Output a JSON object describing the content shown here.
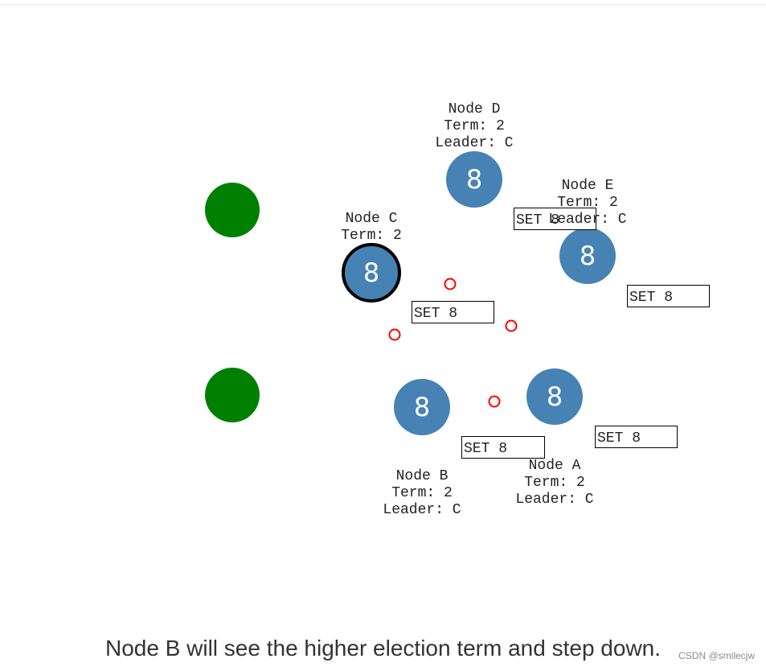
{
  "colors": {
    "node_fill": "#4682b4",
    "client_fill": "#008000",
    "message_stroke": "#ff0000",
    "leader_ring": "#000000",
    "caption_text": "#333333"
  },
  "clients": [
    {
      "name": "client-1"
    },
    {
      "name": "client-2"
    }
  ],
  "nodes": [
    {
      "id": "C",
      "value": "8",
      "lines": [
        "Node C",
        "Term: 2"
      ],
      "leader_ring": true
    },
    {
      "id": "D",
      "value": "8",
      "lines": [
        "Node D",
        "Term: 2",
        "Leader: C"
      ],
      "leader_ring": false
    },
    {
      "id": "E",
      "value": "8",
      "lines": [
        "Node E",
        "Term: 2",
        "Leader: C"
      ],
      "leader_ring": false
    },
    {
      "id": "B",
      "value": "8",
      "lines": [
        "Node B",
        "Term: 2",
        "Leader: C"
      ],
      "leader_ring": false
    },
    {
      "id": "A",
      "value": "8",
      "lines": [
        "Node A",
        "Term: 2",
        "Leader: C"
      ],
      "leader_ring": false
    }
  ],
  "log_boxes": [
    {
      "text": "SET 8"
    },
    {
      "text": "SET 8"
    },
    {
      "text": "SET 8"
    },
    {
      "text": "SET 8"
    },
    {
      "text": "SET 8"
    }
  ],
  "messages": [
    {
      "name": "message-1"
    },
    {
      "name": "message-2"
    },
    {
      "name": "message-3"
    },
    {
      "name": "message-4"
    }
  ],
  "caption": "Node B will see the higher election term and step down.",
  "watermark": "CSDN @smilecjw"
}
